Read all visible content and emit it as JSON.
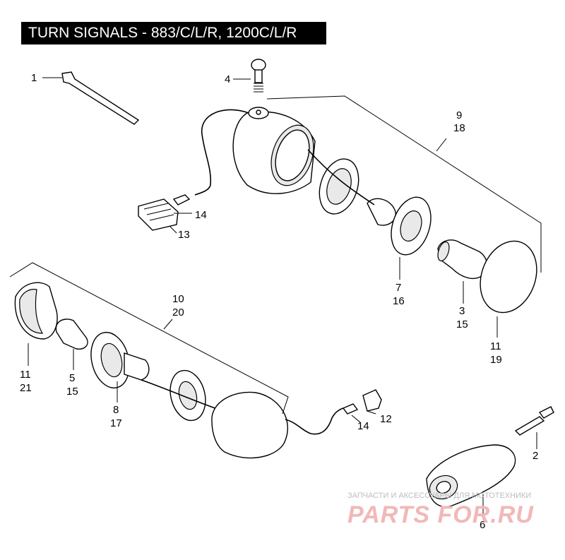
{
  "title": "TURN SIGNALS - 883/C/L/R, 1200C/L/R",
  "callouts": {
    "c1": "1",
    "c2": "2",
    "c3": "3",
    "c15a": "15",
    "c4": "4",
    "c5": "5",
    "c15b": "15",
    "c6": "6",
    "c7": "7",
    "c16": "16",
    "c8": "8",
    "c17": "17",
    "c9": "9",
    "c18": "18",
    "c10": "10",
    "c20": "20",
    "c11a": "11",
    "c19": "19",
    "c11b": "11",
    "c21": "21",
    "c12": "12",
    "c13": "13",
    "c14a": "14",
    "c14b": "14"
  },
  "watermark": {
    "tagline": "ЗАПЧАСТИ И АКСЕССУАРЫ ДЛЯ МОТОТЕХНИКИ",
    "logo": "PARTS FOR.RU"
  }
}
